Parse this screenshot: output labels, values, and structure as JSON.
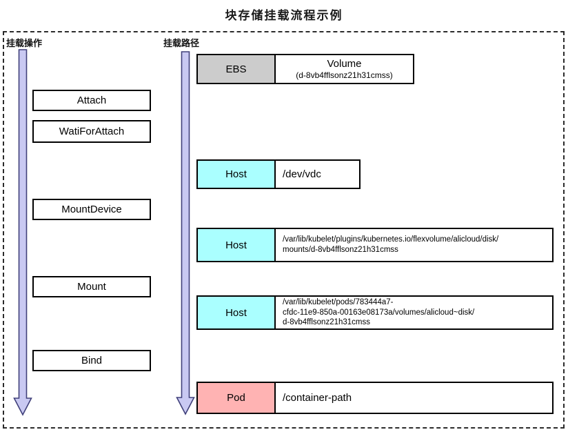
{
  "title": "块存储挂载流程示例",
  "legend": {
    "operations": "挂载操作",
    "paths": "挂载路径"
  },
  "operations": [
    {
      "label": "Attach"
    },
    {
      "label": "WatiForAttach"
    },
    {
      "label": "MountDevice"
    },
    {
      "label": "Mount"
    },
    {
      "label": "Bind"
    }
  ],
  "flow_rows": [
    {
      "source": "EBS",
      "path_title": "Volume",
      "path_sub": "(d-8vb4fflsonz21h31cmss)"
    },
    {
      "source": "Host",
      "path": "/dev/vdc"
    },
    {
      "source": "Host",
      "path": "/var/lib/kubelet/plugins/kubernetes.io/flexvolume/alicloud/disk/mounts/d-8vb4fflsonz21h31cmss",
      "lines": [
        "/var/lib/kubelet/plugins/kubernetes.io/flexvolume/alicloud/disk/",
        "mounts/d-8vb4fflsonz21h31cmss"
      ]
    },
    {
      "source": "Host",
      "path": "/var/lib/kubelet/pods/783444a7-cfdc-11e9-850a-00163e08173a/volumes/alicloud~disk/d-8vb4fflsonz21h31cmss",
      "lines": [
        "/var/lib/kubelet/pods/783444a7-",
        "cfdc-11e9-850a-00163e08173a/volumes/alicloud~disk/",
        "d-8vb4fflsonz21h31cmss"
      ]
    },
    {
      "source": "Pod",
      "path": "/container-path"
    }
  ],
  "colors": {
    "ebs": "#cccccc",
    "host": "#aaffff",
    "pod": "#ffb3b3",
    "arrow_fill": "#c9c9f2",
    "arrow_stroke": "#40407a",
    "border": "#000000",
    "frame_dash": "#2a2a2a"
  }
}
